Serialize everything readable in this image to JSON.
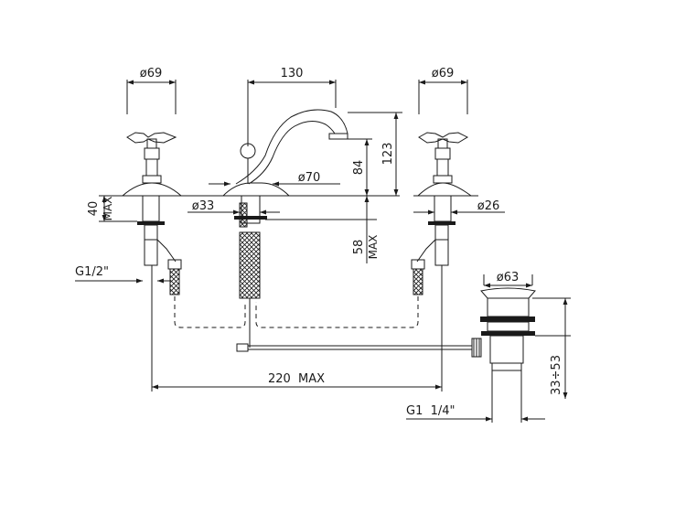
{
  "dimensions": {
    "left_handle_diameter": "ø69",
    "right_handle_diameter": "ø69",
    "spout_spacing": "130",
    "spout_height": "123",
    "spout_outlet_height": "84",
    "spout_base_diameter": "ø70",
    "left_deck_thickness": "40",
    "left_deck_thickness_max": "MAX",
    "spout_hole_diameter": "ø33",
    "handle_base_diameter": "ø26",
    "deck_depth": "58",
    "deck_depth_max": "MAX",
    "left_connection_thread": "G1/2\"",
    "drain_diameter": "ø63",
    "total_spacing": "220  MAX",
    "drain_thread": "G1  1/4\"",
    "drain_height_range": "33÷53"
  },
  "icons": {
    "handle": "cross-handle-icon",
    "spout": "spout-icon",
    "drain": "pop-up-drain-icon"
  },
  "colors": {
    "line": "#1a1a1a",
    "background": "#ffffff"
  }
}
